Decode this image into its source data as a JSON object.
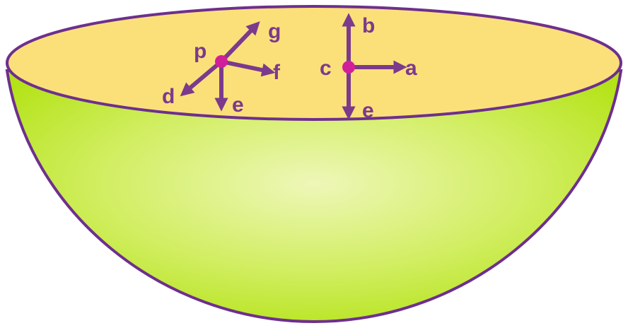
{
  "diagram": {
    "colors": {
      "outline": "#6e2f8e",
      "arrow": "#7b3a8c",
      "rim_fill": "#fbe07a",
      "bowl_light": "#eef7b8",
      "bowl_mid": "#d2ee63",
      "bowl_dark": "#b4e318",
      "point": "#d11f9a"
    },
    "labels": {
      "a": "a",
      "b": "b",
      "c": "c",
      "d": "d",
      "e_left": "e",
      "e_right": "e",
      "f": "f",
      "g": "g",
      "p": "p"
    }
  }
}
